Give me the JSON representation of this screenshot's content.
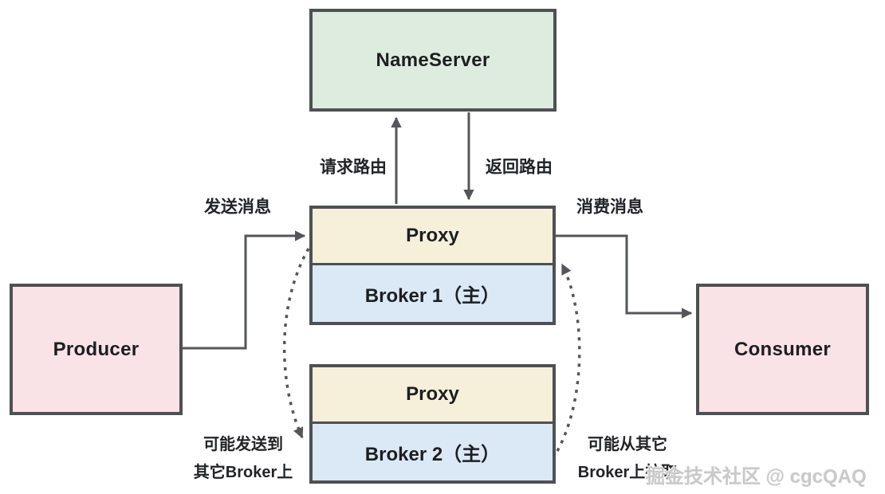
{
  "nodes": {
    "nameserver": "NameServer",
    "proxy1": "Proxy",
    "broker1": "Broker 1（主）",
    "proxy2": "Proxy",
    "broker2": "Broker 2（主）",
    "producer": "Producer",
    "consumer": "Consumer"
  },
  "labels": {
    "request_route": "请求路由",
    "return_route": "返回路由",
    "send_message": "发送消息",
    "consume_message": "消费消息",
    "may_send_line1": "可能发送到",
    "may_send_line2": "其它Broker上",
    "may_pull_line1": "可能从其它",
    "may_pull_line2": "Broker上拉取"
  },
  "watermark": "掘金技术社区 @ cgcQAQ",
  "colors": {
    "nameserver_fill": "#deece0",
    "proxy_fill": "#f6f0db",
    "broker_fill": "#dbe9f6",
    "endpoint_fill": "#f9e3e6",
    "border": "#4e5053",
    "arrow": "#54565a",
    "text": "#1d1e21",
    "watermark_text": "#c9c9c9",
    "background": "#ffffff"
  }
}
